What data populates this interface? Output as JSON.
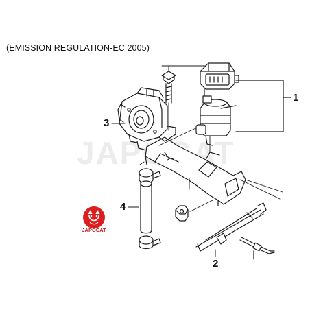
{
  "diagram": {
    "title": "(EMISSION REGULATION-EC 2005)",
    "watermark": "JAPOCAT",
    "logo_text": "JAPOCAT",
    "callouts": [
      {
        "id": "1",
        "label": "1"
      },
      {
        "id": "2",
        "label": "2"
      },
      {
        "id": "3",
        "label": "3"
      },
      {
        "id": "4",
        "label": "4"
      }
    ]
  },
  "colors": {
    "line": "#1a1a1a",
    "logo_red": "#d91f1f",
    "watermark": "#ececec"
  },
  "icons": {
    "logo": "japocat-cat-logo"
  }
}
